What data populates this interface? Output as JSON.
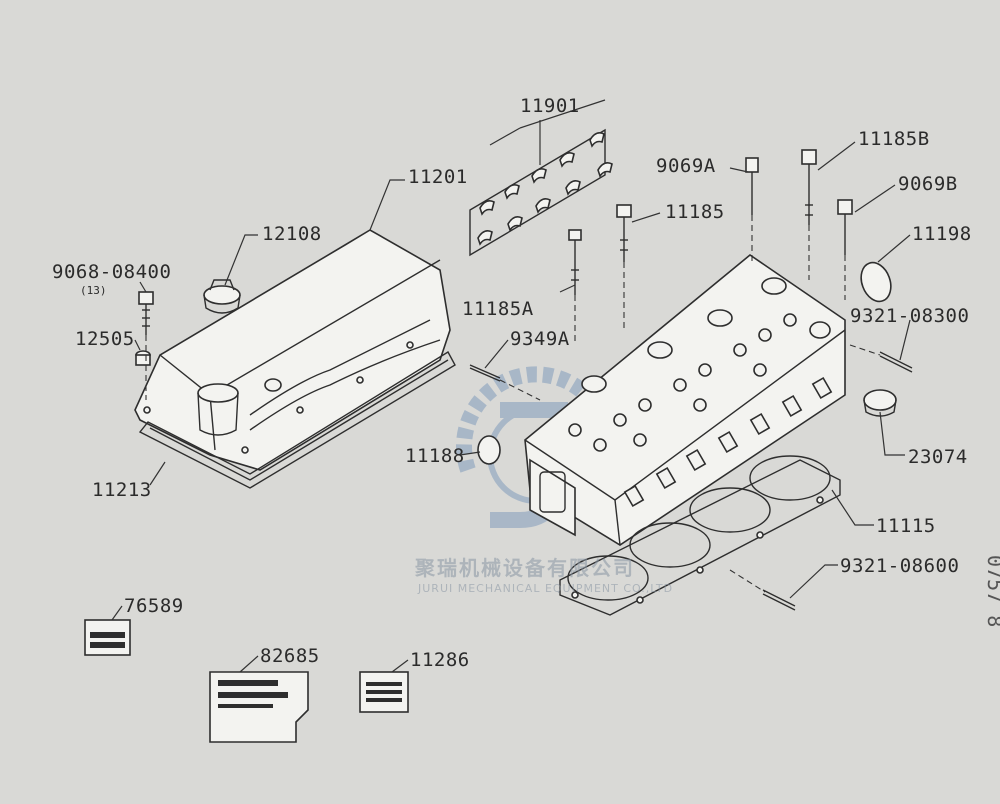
{
  "diagram": {
    "labels": [
      {
        "id": "11901",
        "text": "11901"
      },
      {
        "id": "11201",
        "text": "11201"
      },
      {
        "id": "12108",
        "text": "12108"
      },
      {
        "id": "9068",
        "text": "9068-08400"
      },
      {
        "id": "9068q",
        "text": "(13)"
      },
      {
        "id": "12505",
        "text": "12505"
      },
      {
        "id": "11213",
        "text": "11213"
      },
      {
        "id": "9069A",
        "text": "9069A"
      },
      {
        "id": "11185B",
        "text": "11185B"
      },
      {
        "id": "9069B",
        "text": "9069B"
      },
      {
        "id": "11185",
        "text": "11185"
      },
      {
        "id": "11198",
        "text": "11198"
      },
      {
        "id": "11185A",
        "text": "11185A"
      },
      {
        "id": "9321a",
        "text": "9321-08300"
      },
      {
        "id": "9349A",
        "text": "9349A"
      },
      {
        "id": "23074",
        "text": "23074"
      },
      {
        "id": "11188",
        "text": "11188"
      },
      {
        "id": "11115",
        "text": "11115"
      },
      {
        "id": "9321b",
        "text": "9321-08600"
      },
      {
        "id": "76589",
        "text": "76589"
      },
      {
        "id": "82685",
        "text": "82685"
      },
      {
        "id": "11286",
        "text": "11286"
      }
    ],
    "watermark": {
      "cn": "聚瑞机械设备有限公司",
      "en": "JURUI MECHANICAL EQUIPMENT CO.,LTD"
    },
    "edge_text": "0757 8"
  }
}
